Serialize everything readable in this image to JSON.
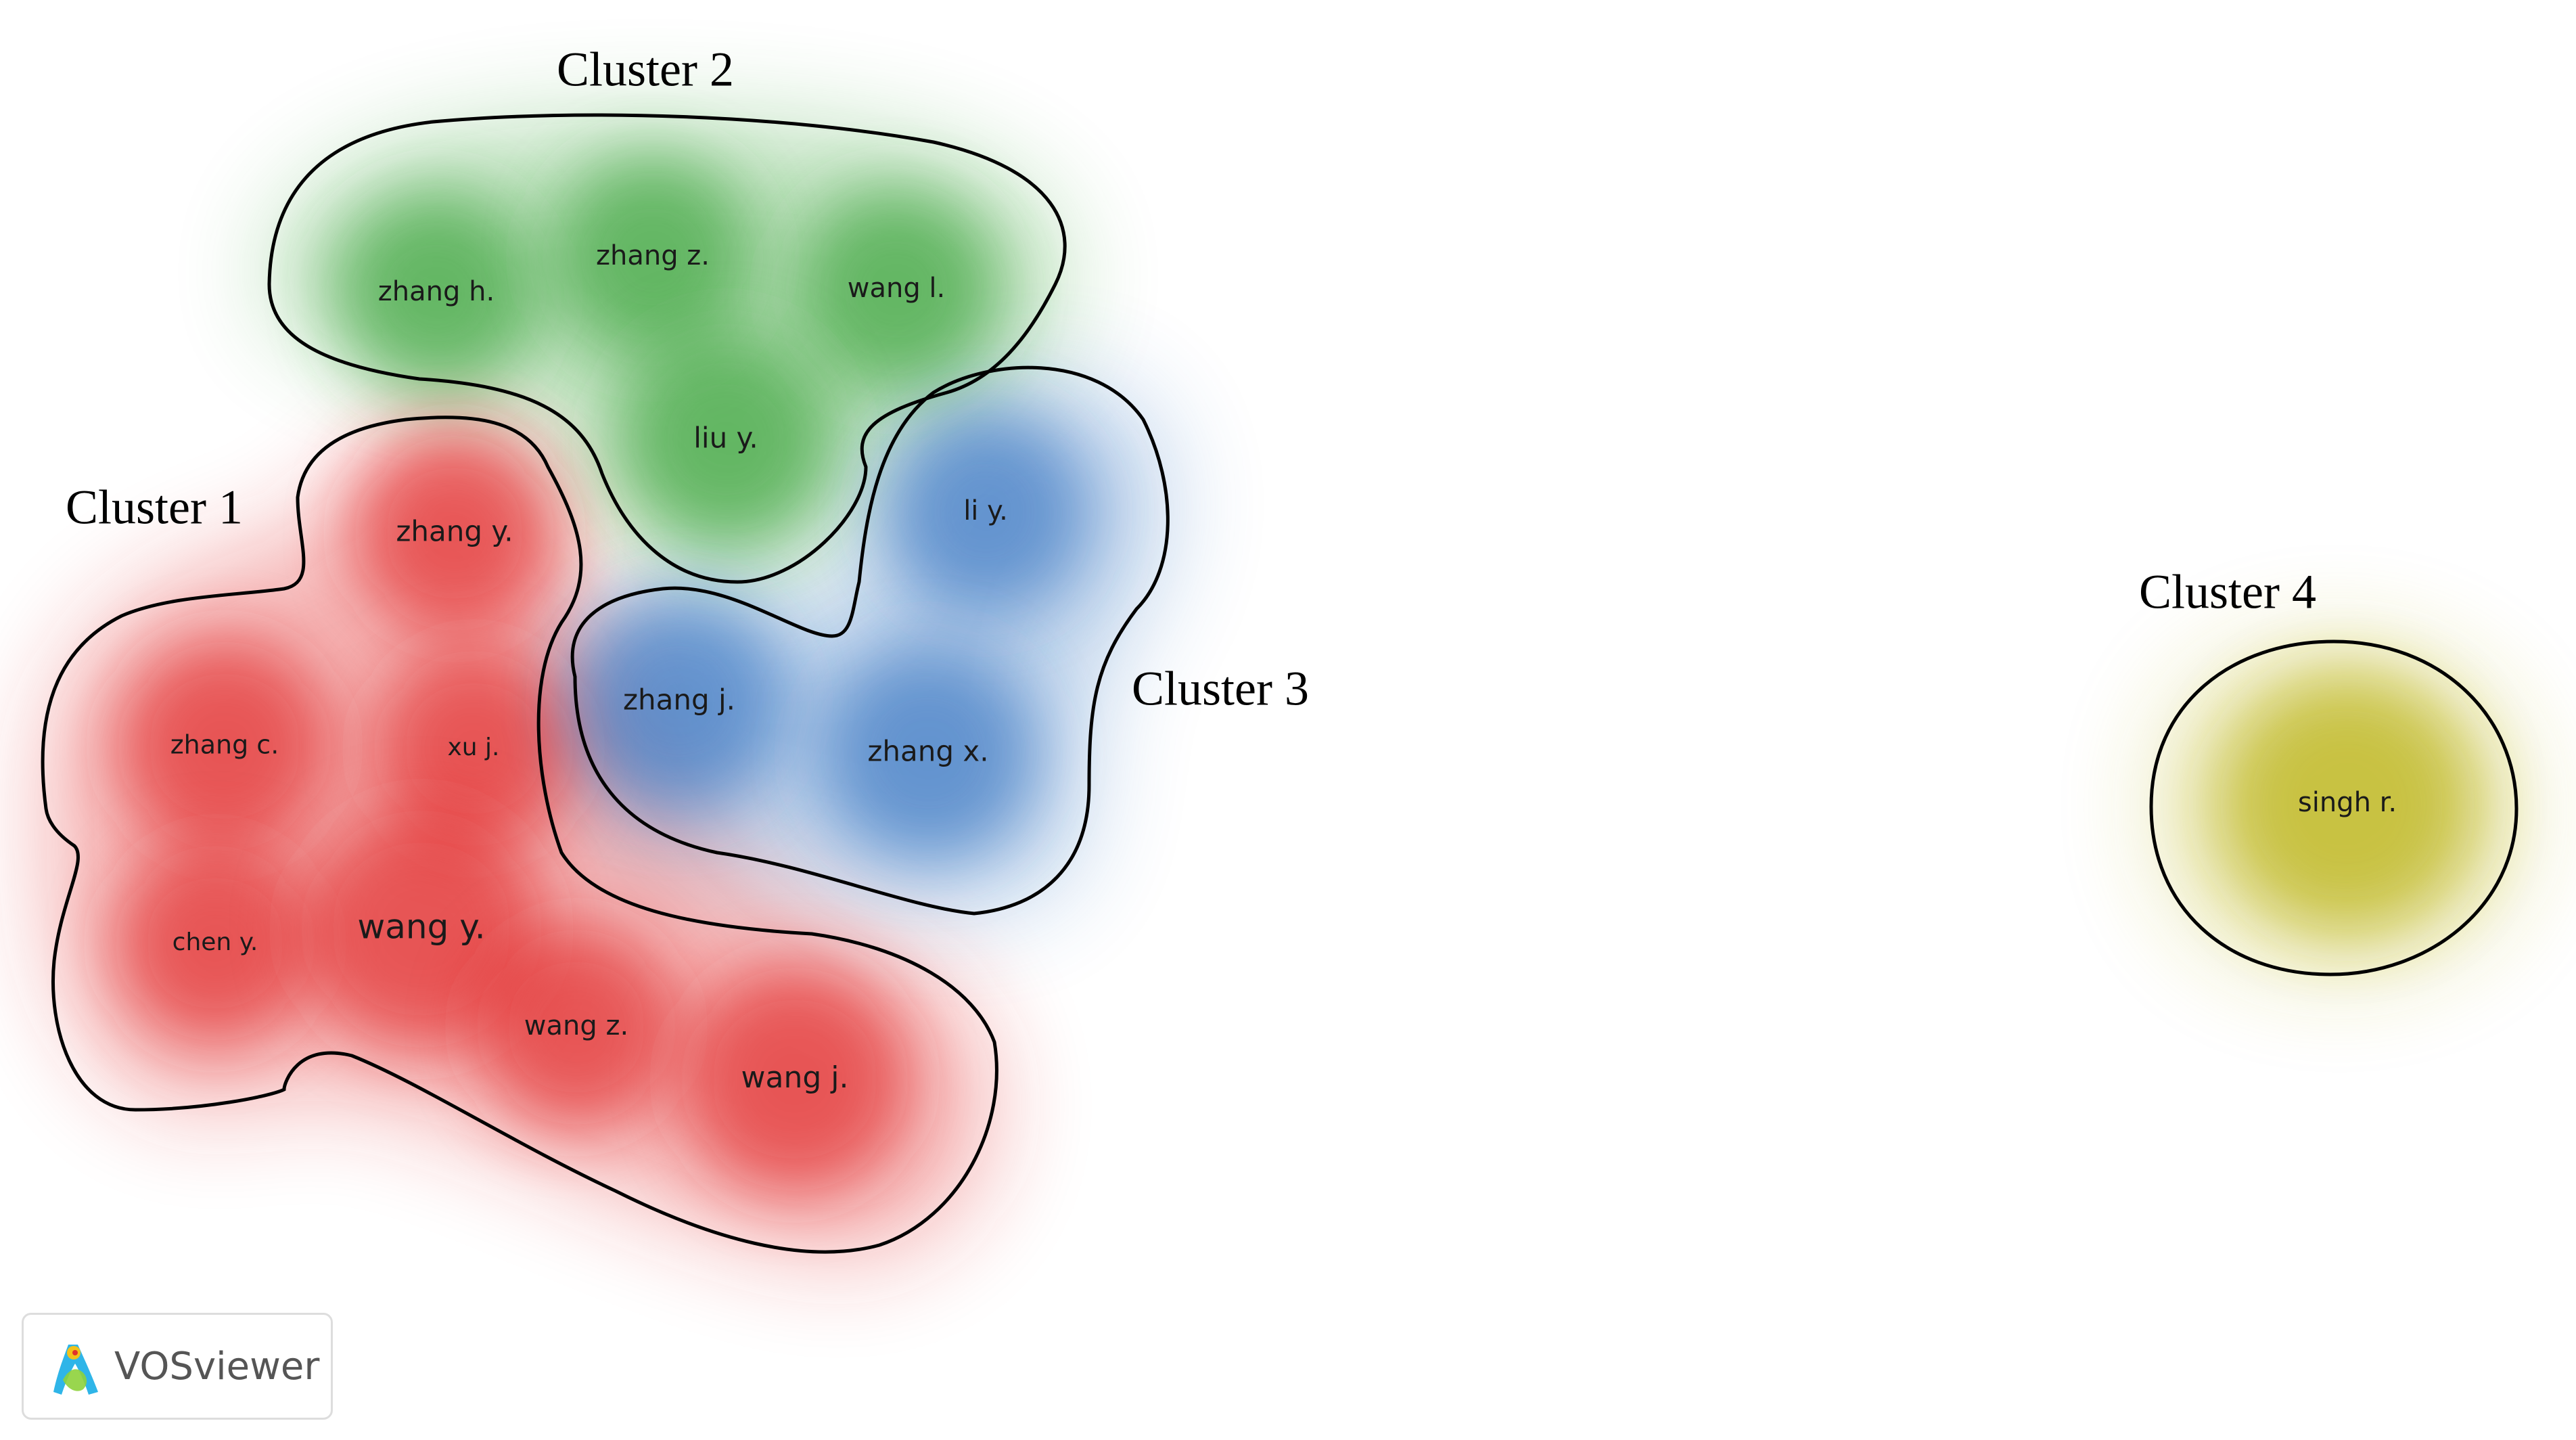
{
  "colors": {
    "cluster_1": "#e01f1f",
    "cluster_2": "#2f9e2f",
    "cluster_3": "#2f6fbf",
    "cluster_4": "#bdb61f",
    "outline": "#000000"
  },
  "clusters": [
    {
      "id": "c1",
      "label": "Cluster 1"
    },
    {
      "id": "c2",
      "label": "Cluster 2"
    },
    {
      "id": "c3",
      "label": "Cluster 3"
    },
    {
      "id": "c4",
      "label": "Cluster 4"
    }
  ],
  "nodes": [
    {
      "id": "zhang-h",
      "label": "zhang h.",
      "cluster": "c2"
    },
    {
      "id": "zhang-z",
      "label": "zhang z.",
      "cluster": "c2"
    },
    {
      "id": "wang-l",
      "label": "wang l.",
      "cluster": "c2"
    },
    {
      "id": "liu-y",
      "label": "liu y.",
      "cluster": "c2"
    },
    {
      "id": "zhang-y",
      "label": "zhang y.",
      "cluster": "c1"
    },
    {
      "id": "zhang-c",
      "label": "zhang c.",
      "cluster": "c1"
    },
    {
      "id": "xu-j",
      "label": "xu j.",
      "cluster": "c1"
    },
    {
      "id": "chen-y",
      "label": "chen y.",
      "cluster": "c1"
    },
    {
      "id": "wang-y",
      "label": "wang y.",
      "cluster": "c1"
    },
    {
      "id": "wang-z",
      "label": "wang z.",
      "cluster": "c1"
    },
    {
      "id": "wang-j",
      "label": "wang j.",
      "cluster": "c1"
    },
    {
      "id": "li-y",
      "label": "li y.",
      "cluster": "c3"
    },
    {
      "id": "zhang-j",
      "label": "zhang j.",
      "cluster": "c3"
    },
    {
      "id": "zhang-x",
      "label": "zhang x.",
      "cluster": "c3"
    },
    {
      "id": "singh-r",
      "label": "singh r.",
      "cluster": "c4"
    }
  ],
  "logo": {
    "text": "VOSviewer",
    "icon": "vosviewer-logo-icon"
  }
}
